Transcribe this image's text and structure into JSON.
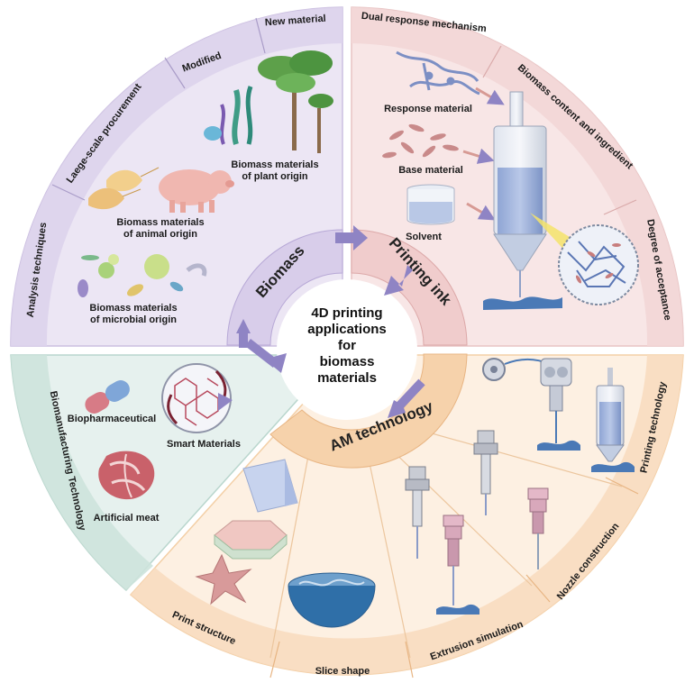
{
  "center": {
    "lines": [
      "4D printing",
      "applications",
      "for",
      "biomass",
      "materials"
    ]
  },
  "quadrants": {
    "biomass": {
      "ring_label": "Biomass",
      "tabs": [
        "New material",
        "Modified",
        "Laege-scale procurement",
        "Analysis techniques"
      ],
      "items": {
        "plant": [
          "Biomass materials",
          "of plant origin"
        ],
        "animal": [
          "Biomass materials",
          "of animal origin"
        ],
        "microbial": [
          "Biomass materials",
          "of microbial origin"
        ]
      },
      "color": "#ece6f4",
      "edge": "#cbbfe0"
    },
    "printing_ink": {
      "ring_label": "Printing ink",
      "tabs": [
        "Dual response mechanism",
        "Biomass content and ingredient",
        "Degree of acceptance"
      ],
      "items": {
        "response": "Response material",
        "base": "Base material",
        "solvent": "Solvent"
      },
      "color": "#f8e6e6",
      "edge": "#e8c4c4"
    },
    "am_technology": {
      "ring_label": "AM technology",
      "tabs": [
        "Printing technology",
        "Nozzle construction",
        "Extrusion simulation",
        "Slice shape",
        "Print structure"
      ],
      "color": "#fdf0e2",
      "edge": "#f3cfa6"
    },
    "biomanufacturing": {
      "tab": "Biomanufacturing Technology",
      "items": {
        "biopharma": "Biopharmaceutical",
        "smart": "Smart Materials",
        "meat": "Artificial meat"
      },
      "color": "#e6f1ee",
      "edge": "#b9d6cd"
    }
  },
  "colors": {
    "arrow": "#8f84c4",
    "ring_biomass": "#d8cdea",
    "ring_ink": "#f0cccc",
    "ring_am": "#f6d2ab"
  }
}
